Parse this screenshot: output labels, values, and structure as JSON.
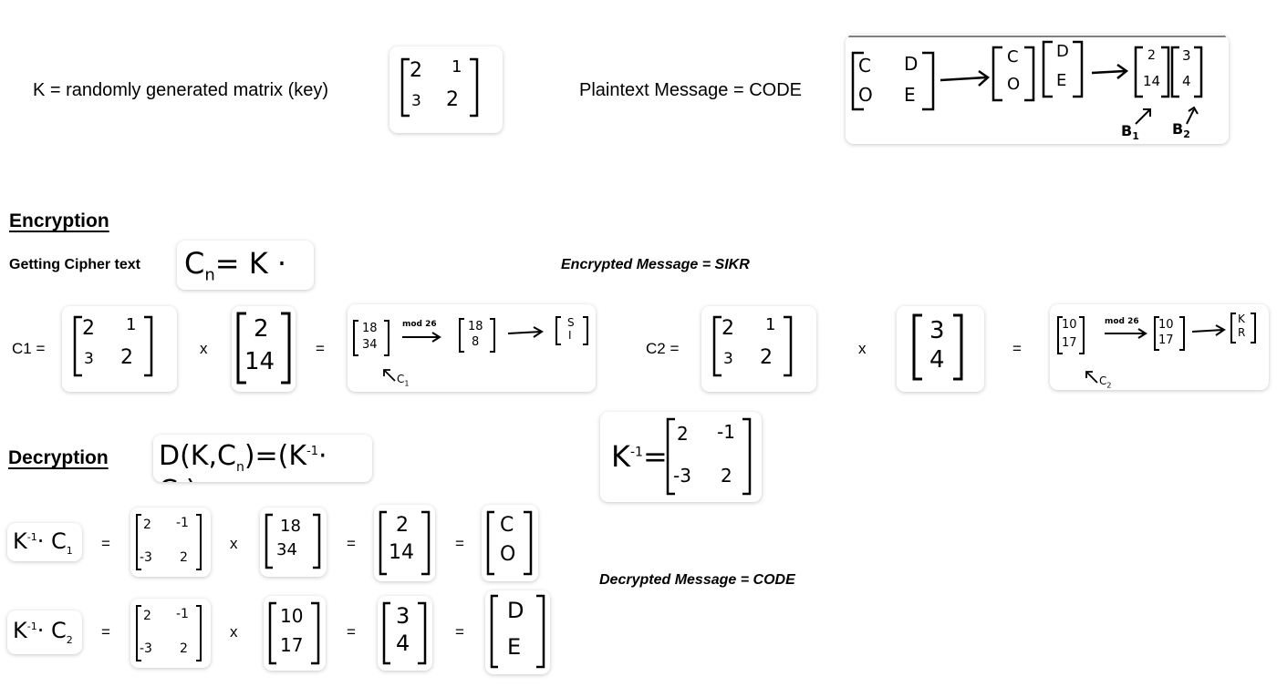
{
  "top": {
    "key_label": "K = randomly generated matrix (key)",
    "key_matrix": [
      [
        "2",
        "1"
      ],
      [
        "3",
        "2"
      ]
    ],
    "plaintext_label": "Plaintext Message = CODE",
    "plaintext_matrix": [
      [
        "C",
        "D"
      ],
      [
        "O",
        "E"
      ]
    ],
    "col1_letters": [
      "C",
      "O"
    ],
    "col2_letters": [
      "D",
      "E"
    ],
    "col1_nums": [
      "2",
      "14"
    ],
    "col2_nums": [
      "3",
      "4"
    ],
    "b1": "B",
    "b1_sub": "1",
    "b2": "B",
    "b2_sub": "2"
  },
  "encryption": {
    "heading": "Encryption",
    "getting_label": "Getting Cipher text",
    "formula_c": "C",
    "formula_n": "n",
    "formula_rest": "= K · B",
    "encrypted_message": "Encrypted Message = SIKR",
    "c1_label": "C1 =",
    "c2_label": "C2 =",
    "times": "x",
    "equals": "=",
    "key_matrix": [
      [
        "2",
        "1"
      ],
      [
        "3",
        "2"
      ]
    ],
    "b1_vec": [
      "2",
      "14"
    ],
    "b2_vec": [
      "3",
      "4"
    ],
    "c1_raw": [
      "18",
      "34"
    ],
    "c1_mod": [
      "18",
      "8"
    ],
    "c1_letters": [
      "S",
      "I"
    ],
    "c2_raw": [
      "10",
      "17"
    ],
    "c2_mod": [
      "10",
      "17"
    ],
    "c2_letters": [
      "K",
      "R"
    ],
    "mod_text": "mod 26",
    "c1_arrow_label": "C",
    "c1_arrow_sub": "1",
    "c2_arrow_label": "C",
    "c2_arrow_sub": "2"
  },
  "decryption": {
    "heading": "Decryption",
    "formula": "D(K,C",
    "formula_n": "n",
    "formula_mid": ")=(K",
    "formula_sup": "-1",
    "formula_end": "· C",
    "formula_end_n": "n",
    "formula_close": ")",
    "kinv_k": "K",
    "kinv_sup": "-1",
    "kinv_eq": "=",
    "kinv_matrix": [
      [
        "2",
        "-1"
      ],
      [
        "-3",
        "2"
      ]
    ],
    "row1_k": "K",
    "row1_sup": "-1",
    "row1_c": "· C",
    "row1_sub": "1",
    "row2_k": "K",
    "row2_sup": "-1",
    "row2_c": "· C",
    "row2_sub": "2",
    "equals": "=",
    "times": "x",
    "c1_vec": [
      "18",
      "34"
    ],
    "c2_vec": [
      "10",
      "17"
    ],
    "r1_vec": [
      "2",
      "14"
    ],
    "r2_vec": [
      "3",
      "4"
    ],
    "r1_letters": [
      "C",
      "O"
    ],
    "r2_letters": [
      "D",
      "E"
    ],
    "decrypted_message": "Decrypted Message = CODE"
  }
}
